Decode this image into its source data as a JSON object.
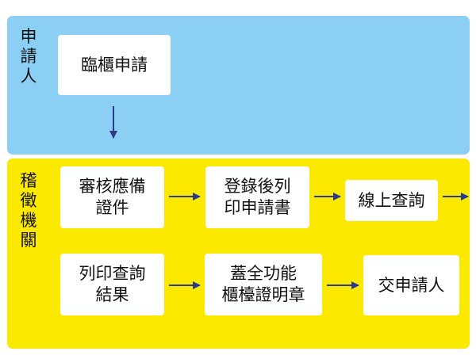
{
  "lanes": {
    "applicant": "申請人",
    "agency": "稽徵機關"
  },
  "steps": {
    "counter_apply": "臨櫃申請",
    "review_line1": "審核應備",
    "review_line2": "證件",
    "register_line1": "登錄後列",
    "register_line2": "印申請書",
    "online_query": "線上查詢",
    "print_line1": "列印查詢",
    "print_line2": "結果",
    "stamp_line1": "蓋全功能",
    "stamp_line2": "櫃檯證明章",
    "deliver": "交申請人"
  },
  "colors": {
    "applicant_lane": "#8ccff5",
    "agency_lane": "#fbe900",
    "arrow": "#2d3a8c"
  }
}
